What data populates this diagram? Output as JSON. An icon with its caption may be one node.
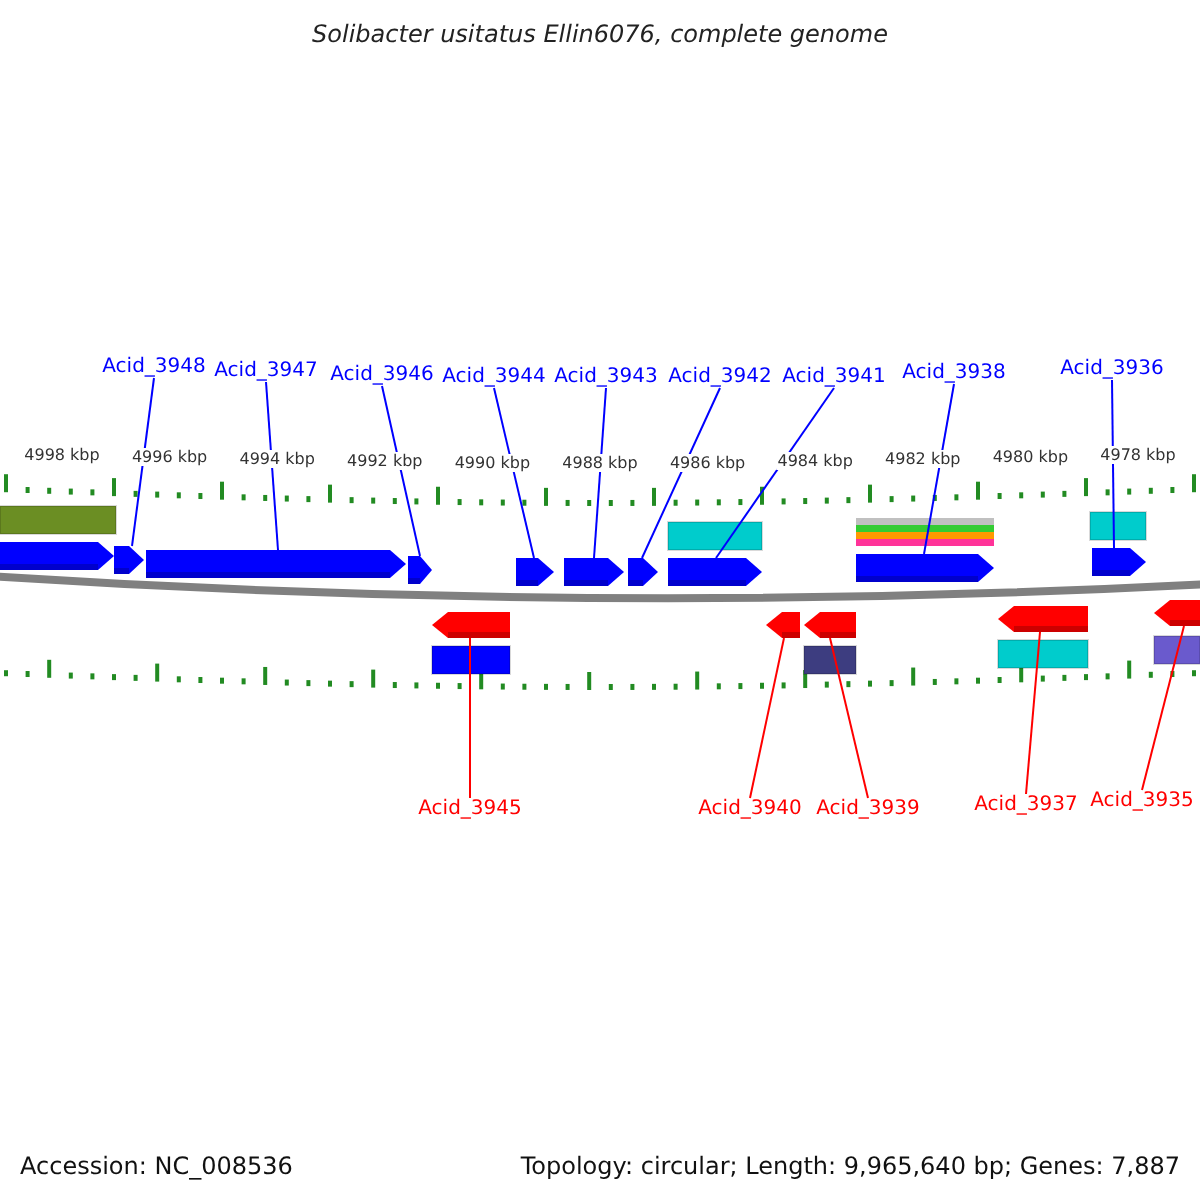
{
  "diagram": {
    "title": "Solibacter usitatus Ellin6076, complete genome",
    "nodes": [
      {
        "text": [
          "Acid_3948"
        ]
      },
      {
        "text": [
          "Acid_3947"
        ]
      },
      {
        "text": [
          "Acid_3946"
        ]
      },
      {
        "text": [
          "Acid_3944"
        ]
      },
      {
        "text": [
          "Acid_3943"
        ]
      },
      {
        "text": [
          "Acid_3942"
        ]
      },
      {
        "text": [
          "Acid_3941"
        ]
      },
      {
        "text": [
          "Acid_3938"
        ]
      },
      {
        "text": [
          "Acid_3936"
        ]
      },
      {
        "text": [],
        "shape": "arrow"
      },
      {
        "text": [],
        "shape": "arrow"
      },
      {
        "text": [],
        "shape": "arrow"
      },
      {
        "text": [],
        "shape": "arrow"
      },
      {
        "text": [],
        "shape": "arrow"
      },
      {
        "text": [],
        "shape": "arrow"
      },
      {
        "text": [],
        "shape": "arrow"
      },
      {
        "text": [],
        "shape": "arrow"
      },
      {
        "text": [],
        "shape": "arrow"
      },
      {
        "text": [],
        "shape": "arrow"
      },
      {
        "text": [],
        "shape": "arrow"
      },
      {
        "text": [],
        "shape": "arrow"
      },
      {
        "text": [],
        "shape": "arrow"
      },
      {
        "text": [],
        "shape": "arrow"
      },
      {
        "text": [],
        "shape": "arrow"
      },
      {
        "text": [
          "Acid_3945"
        ]
      },
      {
        "text": [
          "Acid_3940"
        ]
      },
      {
        "text": [
          "Acid_3939"
        ]
      },
      {
        "text": [
          "Acid_3937"
        ]
      },
      {
        "text": [
          "Acid_3935"
        ]
      }
    ],
    "edges": [
      {
        "from": 0,
        "to": 10,
        "arrow": "none"
      },
      {
        "from": 1,
        "to": 11,
        "arrow": "none"
      },
      {
        "from": 2,
        "to": 12,
        "arrow": "none"
      },
      {
        "from": 3,
        "to": 13,
        "arrow": "none"
      },
      {
        "from": 4,
        "to": 14,
        "arrow": "none"
      },
      {
        "from": 5,
        "to": 15,
        "arrow": "none"
      },
      {
        "from": 6,
        "to": 16,
        "arrow": "none"
      },
      {
        "from": 7,
        "to": 17,
        "arrow": "none"
      },
      {
        "from": 8,
        "to": 18,
        "arrow": "none"
      },
      {
        "from": 24,
        "to": 19,
        "arrow": "none",
        "color": "#ff0000"
      },
      {
        "from": 25,
        "to": 20,
        "arrow": "none",
        "color": "#ff0000"
      },
      {
        "from": 26,
        "to": 21,
        "arrow": "none",
        "color": "#ff0000"
      },
      {
        "from": 27,
        "to": 22,
        "arrow": "none",
        "color": "#ff0000"
      },
      {
        "from": 28,
        "to": 23,
        "arrow": "none",
        "color": "#ff0000"
      }
    ],
    "labels": [
      "4998 kbp",
      "4996 kbp",
      "4994 kbp",
      "4992 kbp",
      "4990 kbp",
      "4988 kbp",
      "4986 kbp",
      "4984 kbp",
      "4982 kbp",
      "4980 kbp",
      "4978 kbp",
      "Accession: NC_008536",
      "Topology: circular; Length: 9,965,640 bp; Genes: 7,887"
    ]
  }
}
